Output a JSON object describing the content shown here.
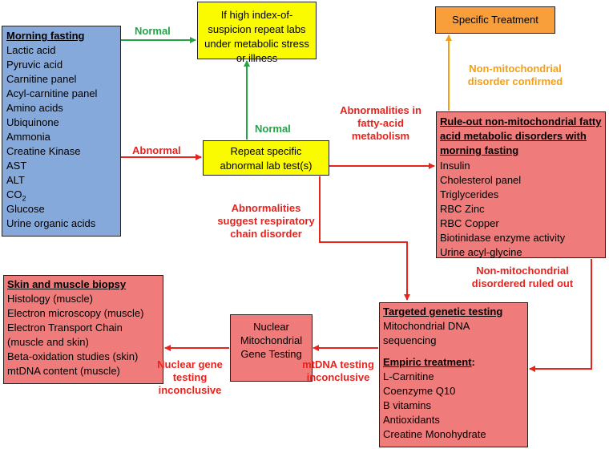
{
  "boxes": {
    "morning": {
      "title": "Morning fasting",
      "items": [
        "Lactic acid",
        "Pyruvic acid",
        "Carnitine panel",
        "Acyl-carnitine panel",
        "Amino acids",
        "Ubiquinone",
        "Ammonia",
        "Creatine  Kinase",
        "AST",
        "ALT"
      ],
      "co2_main": "CO",
      "co2_sub": "2",
      "items_after": [
        "Glucose",
        "Urine organic acids"
      ]
    },
    "suspicion": "If high index-of-suspicion repeat labs under metabolic stress or illness",
    "repeat": "Repeat specific abnormal lab test(s)",
    "specific": "Specific Treatment",
    "ruleout": {
      "title": "Rule-out non-mitochondrial fatty acid metabolic disorders with morning fasting",
      "items": [
        "Insulin",
        "Cholesterol panel",
        "Triglycerides",
        "RBC Zinc",
        "RBC Copper",
        "Biotinidase enzyme activity",
        "Urine acyl-glycine"
      ]
    },
    "targeted": {
      "title": "Targeted genetic testing",
      "items": [
        "Mitochondrial DNA sequencing"
      ],
      "empiric_title": "Empiric treatment",
      "empiric_colon": ":",
      "empiric_items": [
        "L-Carnitine",
        "Coenzyme Q10",
        "B vitamins",
        "Antioxidants",
        "Creatine Monohydrate"
      ]
    },
    "nuclear": "Nuclear Mitochondrial Gene Testing",
    "biopsy": {
      "title": "Skin and muscle biopsy",
      "items": [
        "Histology (muscle)",
        "Electron microscopy (muscle)",
        "Electron Transport Chain",
        "(muscle and skin)",
        "Beta-oxidation studies (skin)",
        "mtDNA content (muscle)"
      ]
    }
  },
  "labels": {
    "normal_top": "Normal",
    "normal_mid": "Normal",
    "abnormal": "Abnormal",
    "fatty": "Abnormalities in fatty-acid metabolism",
    "respiratory": "Abnormalities suggest respiratory chain disorder",
    "nonmito_confirmed": "Non-mitochondrial disorder confirmed",
    "nonmito_ruled": "Non-mitochondrial disordered ruled out",
    "mtdna_inconclusive": "mtDNA testing inconclusive",
    "nuclear_inconclusive": "Nuclear gene testing inconclusive"
  },
  "colors": {
    "blue_box": "#86a9dc",
    "yellow_box": "#fbfb00",
    "orange_box": "#f89e3a",
    "pink_box": "#f07b7b",
    "red_arrow": "#e8231e",
    "green_arrow": "#22a447",
    "orange_arrow": "#f3a017"
  }
}
